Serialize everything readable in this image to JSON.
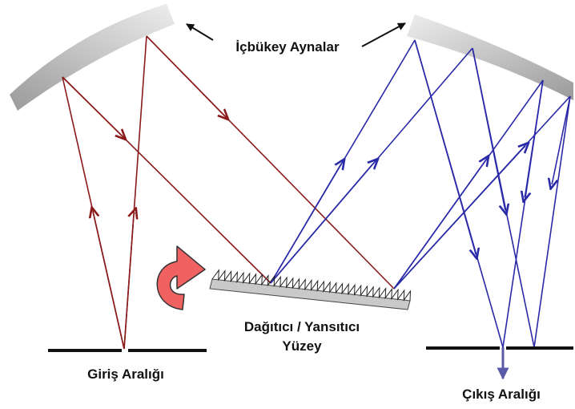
{
  "labels": {
    "mirrors": "İçbükey Aynalar",
    "grating_line1": "Dağıtıcı / Yansıtıcı",
    "grating_line2": "Yüzey",
    "entrance_slit": "Giriş Aralığı",
    "exit_slit": "Çıkış Aralığı"
  },
  "colors": {
    "incident_rays": "#8b1a1a",
    "diffracted_rays": "#2a2aa8",
    "rotation_arrow": "#f06262",
    "mirror": "#b8b8b8",
    "slit": "#111111"
  },
  "icons": {
    "rotation": "rotation-arrow-icon",
    "pointer": "pointer-arrow-icon"
  }
}
